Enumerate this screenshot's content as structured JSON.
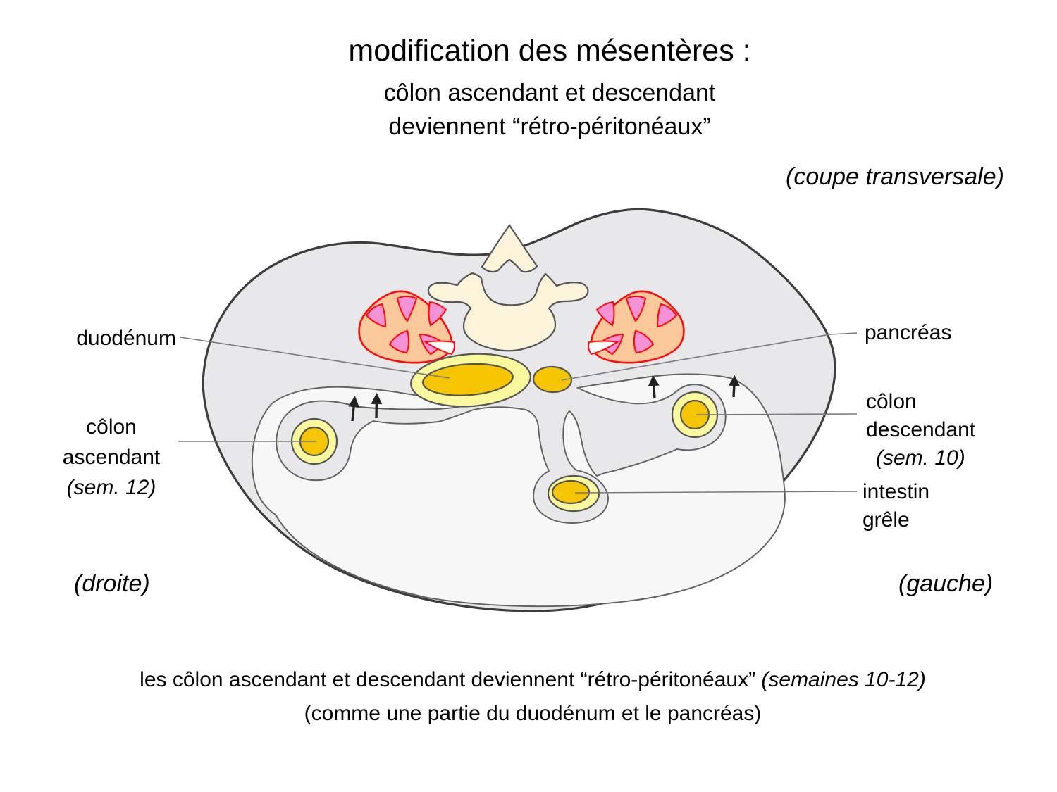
{
  "title": {
    "line1": "modification des mésentères :",
    "line2": "côlon ascendant et descendant",
    "line3": "deviennent “rétro-péritonéaux”"
  },
  "view_note": "(coupe transversale)",
  "labels": {
    "duodenum": "duodénum",
    "pancreas": "pancréas",
    "colon_ascendant": {
      "line1": "côlon",
      "line2": "ascendant",
      "line3": "(sem. 12)"
    },
    "colon_descendant": {
      "line1": "côlon",
      "line2": "descendant",
      "line3": "(sem. 10)"
    },
    "intestin_grele": {
      "line1": "intestin",
      "line2": "grêle"
    },
    "side_right": "(droite)",
    "side_left": "(gauche)"
  },
  "caption": {
    "line1_regular": "les côlon ascendant et descendant deviennent “rétro-péritonéaux” ",
    "line1_italic": "(semaines 10-12)",
    "line2": "(comme une partie du duodénum et le pancréas)"
  },
  "palette": {
    "page_bg": "#ffffff",
    "text_black": "#000000",
    "body_fill": "#E8E8EA",
    "body_stroke": "#3d3d3d",
    "cavity_fill": "#F7F7F8",
    "inner_stroke": "#606060",
    "bone_fill": "#FCF3DB",
    "organ_stroke": "#555555",
    "kidney_fill": "#FAC89B",
    "kidney_stroke": "#FF0B0B",
    "pyramid_pink": "#F591D5",
    "hilum_white": "#ffffff",
    "ring_yellow": "#FBF99E",
    "gut_gold": "#F5C402",
    "leader_gray": "#7a7a7a",
    "arrow_black": "#222222"
  }
}
